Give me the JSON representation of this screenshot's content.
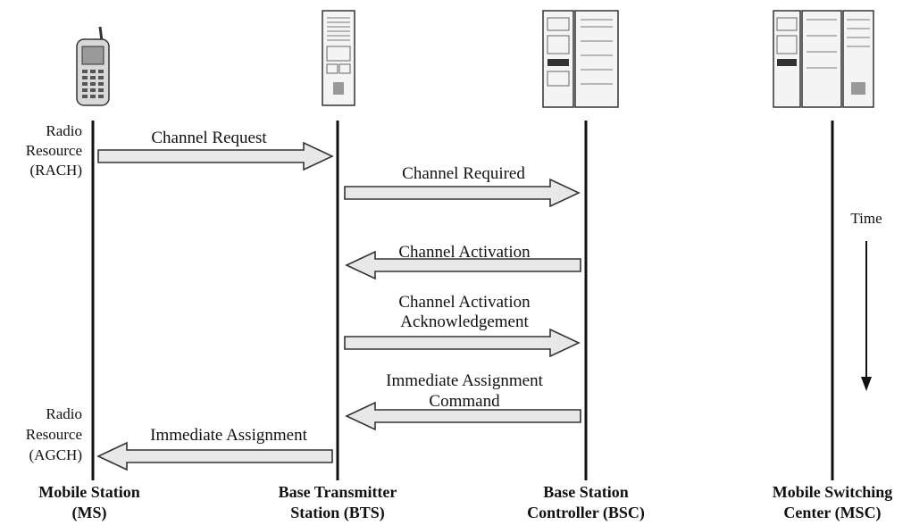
{
  "nodes": [
    {
      "line1": "Mobile Station",
      "line2": "(MS)"
    },
    {
      "line1": "Base Transmitter",
      "line2": "Station (BTS)"
    },
    {
      "line1": "Base Station",
      "line2": "Controller (BSC)"
    },
    {
      "line1": "Mobile Switching",
      "line2": "Center (MSC)"
    }
  ],
  "side_labels": {
    "rach": [
      "Radio",
      "Resource",
      "(RACH)"
    ],
    "agch": [
      "Radio",
      "Resource",
      "(AGCH)"
    ]
  },
  "messages": [
    {
      "lines": [
        "Channel Request"
      ],
      "from": "MS",
      "to": "BTS"
    },
    {
      "lines": [
        "Channel Required"
      ],
      "from": "BTS",
      "to": "BSC"
    },
    {
      "lines": [
        "Channel Activation"
      ],
      "from": "BSC",
      "to": "BTS"
    },
    {
      "lines": [
        "Channel Activation",
        "Acknowledgement"
      ],
      "from": "BTS",
      "to": "BSC"
    },
    {
      "lines": [
        "Immediate Assignment",
        "Command"
      ],
      "from": "BSC",
      "to": "BTS"
    },
    {
      "lines": [
        "Immediate Assignment"
      ],
      "from": "BTS",
      "to": "MS"
    }
  ],
  "time_label": "Time",
  "icons": [
    "mobile-phone-icon",
    "bts-cabinet-icon",
    "bsc-cabinet-icon",
    "msc-cabinet-icon"
  ]
}
